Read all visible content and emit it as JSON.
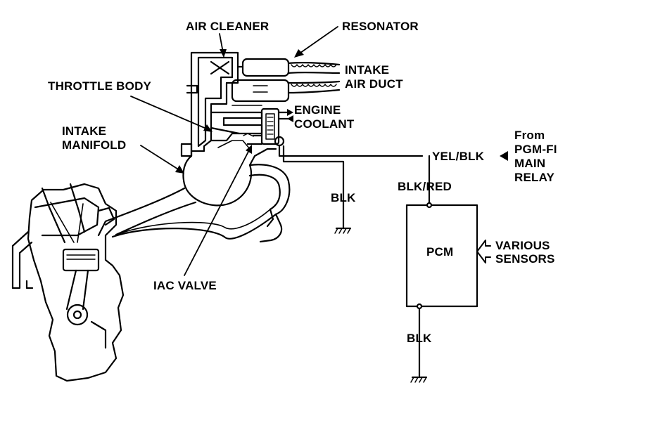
{
  "labels": {
    "air_cleaner": "AIR CLEANER",
    "resonator": "RESONATOR",
    "intake_air_duct_1": "INTAKE",
    "intake_air_duct_2": "AIR DUCT",
    "throttle_body": "THROTTLE BODY",
    "engine_coolant_1": "ENGINE",
    "engine_coolant_2": "COOLANT",
    "intake_manifold_1": "INTAKE",
    "intake_manifold_2": "MANIFOLD",
    "from_relay_1": "From",
    "from_relay_2": "PGM-FI",
    "from_relay_3": "MAIN",
    "from_relay_4": "RELAY",
    "wire_yel_blk": "YEL/BLK",
    "wire_blk_red": "BLK/RED",
    "wire_blk_top": "BLK",
    "wire_blk_bottom": "BLK",
    "pcm": "PCM",
    "various_sensors_1": "VARIOUS",
    "various_sensors_2": "SENSORS",
    "iac_valve": "IAC VALVE"
  },
  "colors": {
    "ink": "#000000",
    "paper": "#ffffff"
  }
}
